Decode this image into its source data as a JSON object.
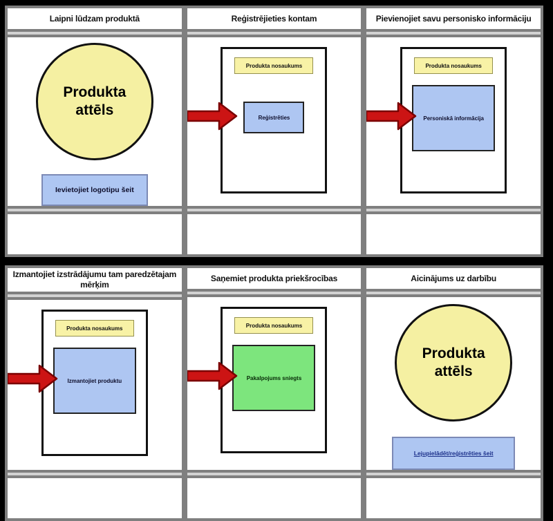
{
  "storyboard": {
    "colors": {
      "page_bg": "#000000",
      "cell_border": "#7f7f7f",
      "panel_bg": "#ffffff",
      "circle_yellow": "#f5f0a2",
      "label_yellow": "#f8f2a6",
      "button_blue": "#aec6f2",
      "button_green": "#7de57d",
      "arrow_red": "#cc1414",
      "arrow_outline": "#7a0000"
    },
    "cells": [
      {
        "title": "Laipni lūdzam produktā",
        "circle_text": "Produkta attēls",
        "logo_box_text": "Ievietojiet logotipu šeit",
        "description": ""
      },
      {
        "title": "Reģistrējieties kontam",
        "screen_label": "Produkta nosaukums",
        "button_text": "Reģistrēties",
        "description": ""
      },
      {
        "title": "Pievienojiet savu personisko informāciju",
        "screen_label": "Produkta nosaukums",
        "button_text": "Personiskā informācija",
        "description": ""
      },
      {
        "title": "Izmantojiet izstrādājumu tam paredzētajam mērķim",
        "screen_label": "Produkta nosaukums",
        "button_text": "Izmantojiet produktu",
        "description": ""
      },
      {
        "title": "Saņemiet produkta priekšrocības",
        "screen_label": "Produkta nosaukums",
        "button_text": "Pakalpojums sniegts",
        "description": ""
      },
      {
        "title": "Aicinājums uz darbību",
        "circle_text": "Produkta attēls",
        "link_text": "Lejupielādēt/reģistrēties šeit",
        "description": ""
      }
    ]
  }
}
